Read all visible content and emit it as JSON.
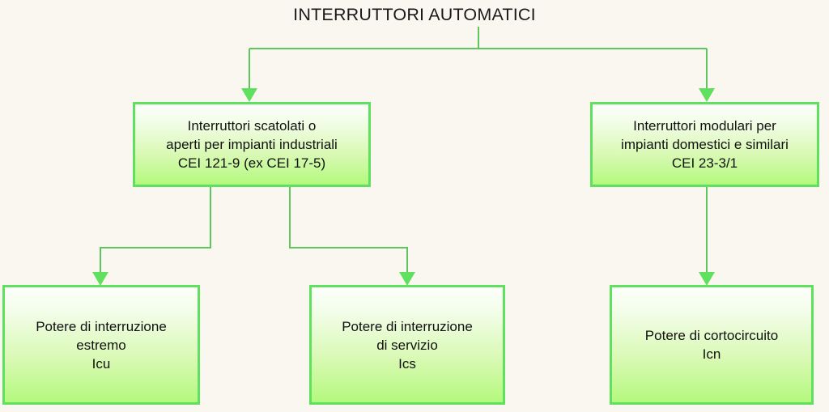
{
  "diagram": {
    "title": "INTERRUTTORI AUTOMATICI",
    "background_color": "#faf7f0",
    "node_border_color": "#5fe05f",
    "node_fill_top_color": "#fdfffb",
    "node_fill_bottom_color": "#b4f97e",
    "connector_color": "#5fc65f",
    "text_color": "#111111",
    "nodes": {
      "scatolati": {
        "text": "Interruttori scatolati o\naperti per impianti industriali\nCEI 121-9 (ex CEI 17-5)",
        "line1": "Interruttori scatolati o",
        "line2": "aperti per impianti industriali",
        "line3": "CEI 121-9 (ex CEI 17-5)"
      },
      "modulari": {
        "text": "Interruttori modulari per\nimpianti domestici e similari\nCEI 23-3/1",
        "line1": "Interruttori modulari per",
        "line2": "impianti domestici e similari",
        "line3": "CEI 23-3/1"
      },
      "icu": {
        "text": "Potere di interruzione\nestremo\nIcu",
        "line1": "Potere di interruzione",
        "line2": "estremo",
        "line3": "Icu"
      },
      "ics": {
        "text": "Potere di interruzione\ndi servizio\nIcs",
        "line1": "Potere di interruzione",
        "line2": "di servizio",
        "line3": "Ics"
      },
      "icn": {
        "text": "Potere di cortocircuito\nIcn",
        "line1": "Potere di cortocircuito",
        "line2": "Icn"
      }
    },
    "edges": [
      {
        "from": "title",
        "to": "scatolati",
        "style": "elbow-arrow"
      },
      {
        "from": "title",
        "to": "modulari",
        "style": "elbow-arrow"
      },
      {
        "from": "scatolati",
        "to": "icu",
        "style": "elbow-arrow"
      },
      {
        "from": "scatolati",
        "to": "ics",
        "style": "elbow-arrow"
      },
      {
        "from": "modulari",
        "to": "icn",
        "style": "straight-arrow"
      }
    ]
  }
}
